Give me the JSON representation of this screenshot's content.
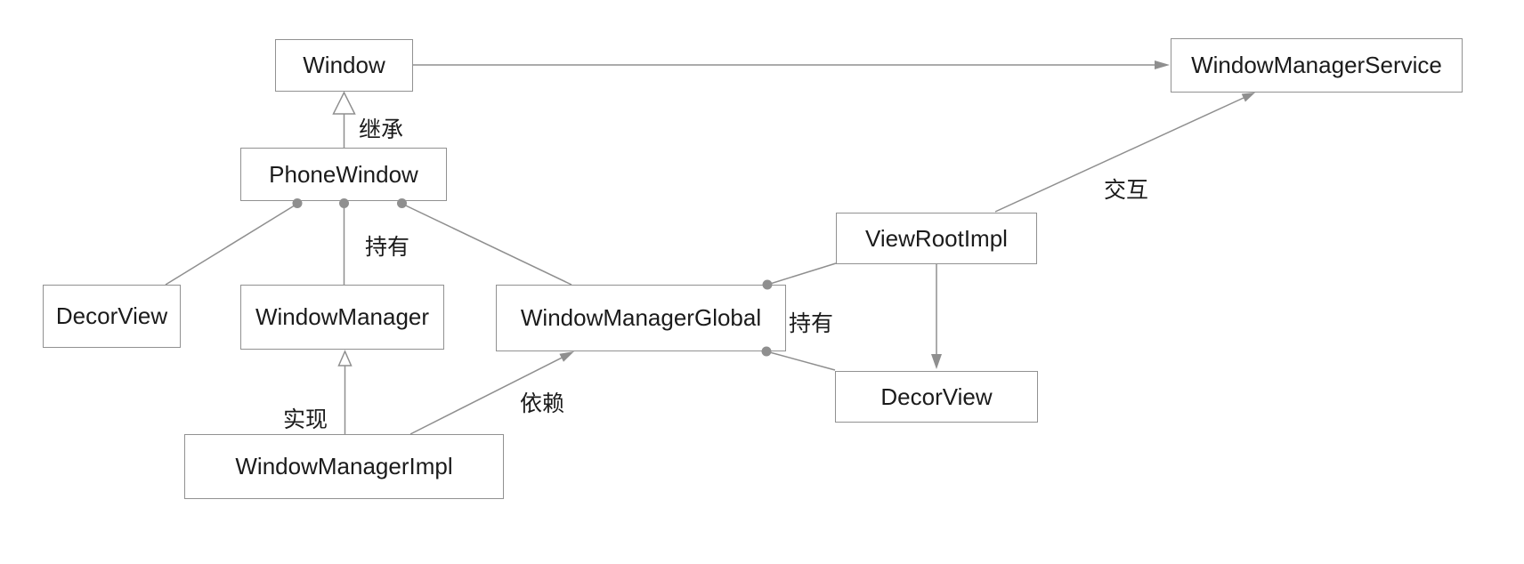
{
  "diagram": {
    "background": "#ffffff",
    "line_color": "#8f8f8f",
    "border_color": "#919191",
    "text_color": "#1b1b1b",
    "nodes": {
      "window": {
        "label": "Window"
      },
      "phone_window": {
        "label": "PhoneWindow"
      },
      "decor_view_left": {
        "label": "DecorView"
      },
      "window_manager": {
        "label": "WindowManager"
      },
      "window_manager_global": {
        "label": "WindowManagerGlobal"
      },
      "view_root_impl": {
        "label": "ViewRootImpl"
      },
      "decor_view_right": {
        "label": "DecorView"
      },
      "window_manager_service": {
        "label": "WindowManagerService"
      },
      "window_manager_impl": {
        "label": "WindowManagerImpl"
      }
    },
    "edge_labels": {
      "inherit": "继承",
      "hold_window_manager": "持有",
      "hold_global": "持有",
      "implement": "实现",
      "depend": "依赖",
      "interact": "交互"
    },
    "edges": [
      {
        "from": "PhoneWindow",
        "to": "Window",
        "type": "inheritance",
        "label": "继承"
      },
      {
        "from": "Window",
        "to": "WindowManagerService",
        "type": "association-arrow",
        "label": ""
      },
      {
        "from": "PhoneWindow",
        "to": "DecorView",
        "type": "composition",
        "label": ""
      },
      {
        "from": "PhoneWindow",
        "to": "WindowManager",
        "type": "composition",
        "label": "持有"
      },
      {
        "from": "PhoneWindow",
        "to": "WindowManagerGlobal",
        "type": "composition",
        "label": ""
      },
      {
        "from": "WindowManagerImpl",
        "to": "WindowManager",
        "type": "realization",
        "label": "实现"
      },
      {
        "from": "WindowManagerImpl",
        "to": "WindowManagerGlobal",
        "type": "dependency-arrow",
        "label": "依赖"
      },
      {
        "from": "WindowManagerGlobal",
        "to": "ViewRootImpl",
        "type": "composition",
        "label": "持有"
      },
      {
        "from": "WindowManagerGlobal",
        "to": "DecorView",
        "type": "composition",
        "label": "持有"
      },
      {
        "from": "ViewRootImpl",
        "to": "DecorView",
        "type": "association-arrow",
        "label": ""
      },
      {
        "from": "ViewRootImpl",
        "to": "WindowManagerService",
        "type": "association-arrow",
        "label": "交互"
      }
    ]
  }
}
